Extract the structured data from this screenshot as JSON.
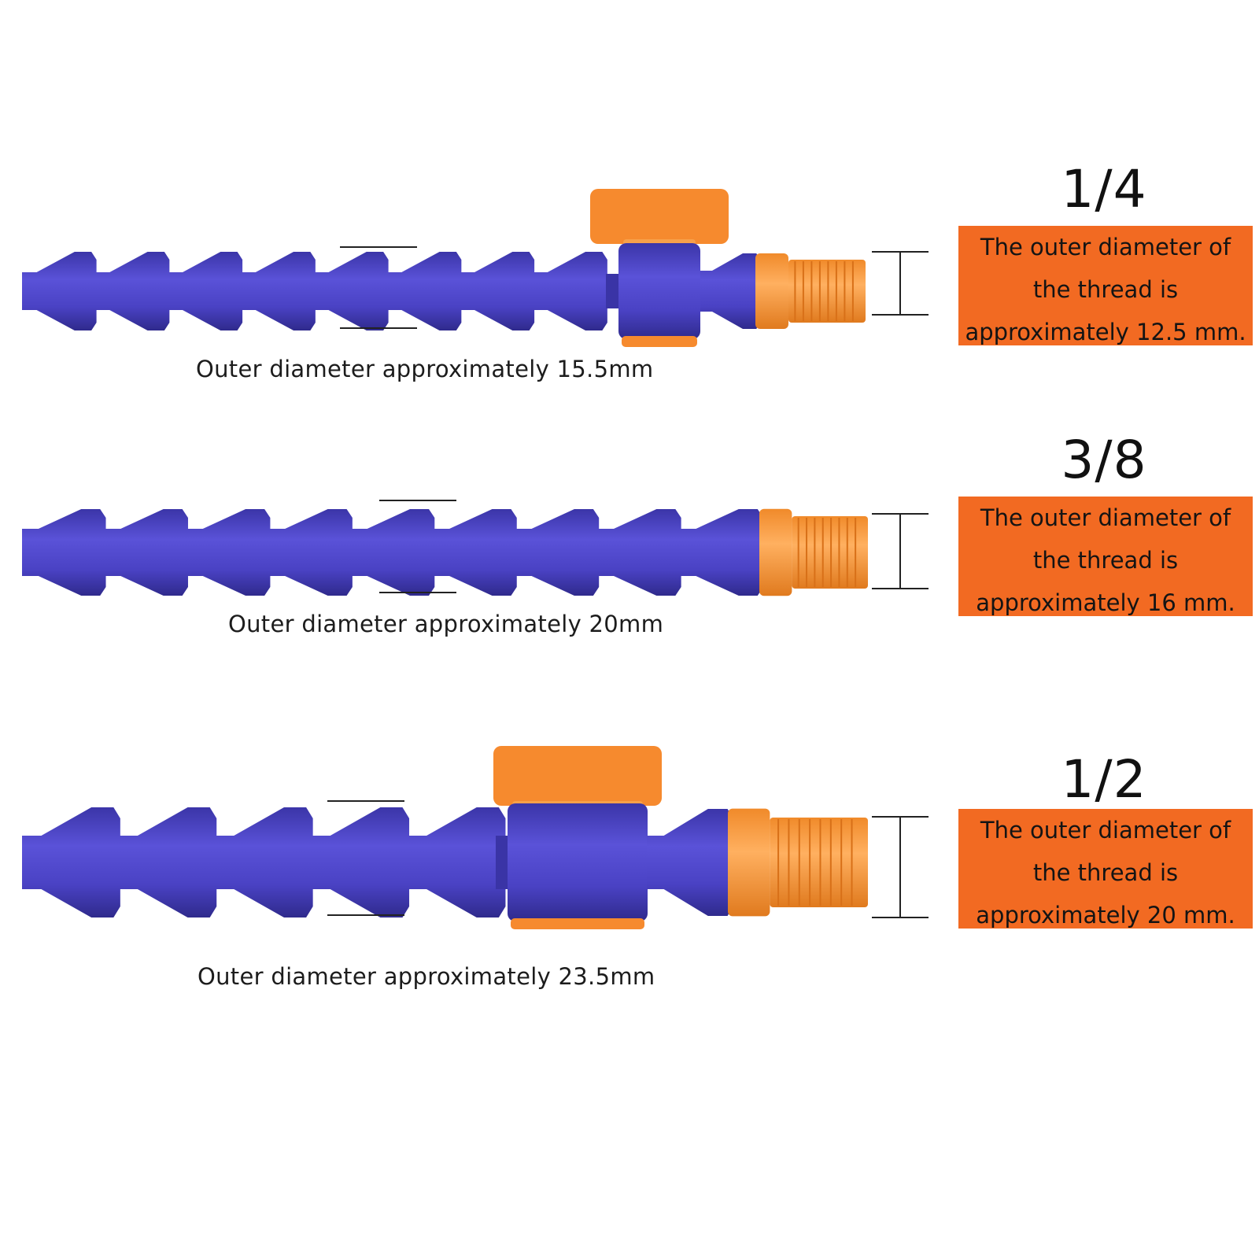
{
  "colors": {
    "hose_blue": "#4b43c8",
    "hose_blue_dark": "#3a34a6",
    "hose_orange": "#f79433",
    "label_box_orange": "#f26a22"
  },
  "items": [
    {
      "size_label": "1/4",
      "thread_text": [
        "The outer diameter of",
        "the thread is",
        "approximately 12.5 mm."
      ],
      "hose_caption": "Outer diameter approximately 15.5mm",
      "has_valve": true,
      "hose_icon": "coolant-hose-with-valve"
    },
    {
      "size_label": "3/8",
      "thread_text": [
        "The outer diameter of",
        "the thread is",
        "approximately 16 mm."
      ],
      "hose_caption": "Outer diameter approximately 20mm",
      "has_valve": false,
      "hose_icon": "coolant-hose"
    },
    {
      "size_label": "1/2",
      "thread_text": [
        "The outer diameter of",
        "the thread is",
        "approximately 20 mm."
      ],
      "hose_caption": "Outer diameter approximately 23.5mm",
      "has_valve": true,
      "hose_icon": "coolant-hose-with-valve"
    }
  ]
}
